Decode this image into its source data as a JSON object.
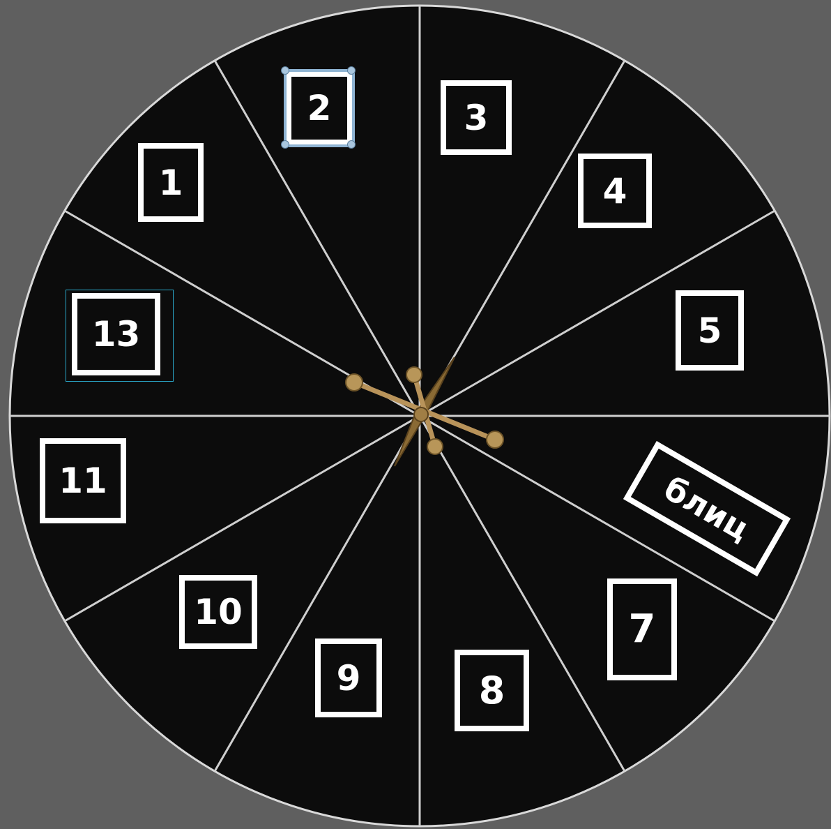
{
  "wheel": {
    "sector_count": 12,
    "colors": {
      "background": "#5f5f5f",
      "wheel_fill": "#0c0c0c",
      "rim": "#d9d9d9",
      "divider": "#cfcfcf",
      "tile_border": "#ffffff",
      "tile_text": "#ffffff",
      "pointer": "#b08a4a",
      "selection": "#2aa7c9"
    }
  },
  "sectors": [
    {
      "id": "1",
      "label": "1"
    },
    {
      "id": "2",
      "label": "2"
    },
    {
      "id": "3",
      "label": "3"
    },
    {
      "id": "4",
      "label": "4"
    },
    {
      "id": "5",
      "label": "5"
    },
    {
      "id": "blitz",
      "label": "блиц"
    },
    {
      "id": "7",
      "label": "7"
    },
    {
      "id": "8",
      "label": "8"
    },
    {
      "id": "9",
      "label": "9"
    },
    {
      "id": "10",
      "label": "10"
    },
    {
      "id": "11",
      "label": "11"
    },
    {
      "id": "13",
      "label": "13"
    }
  ]
}
